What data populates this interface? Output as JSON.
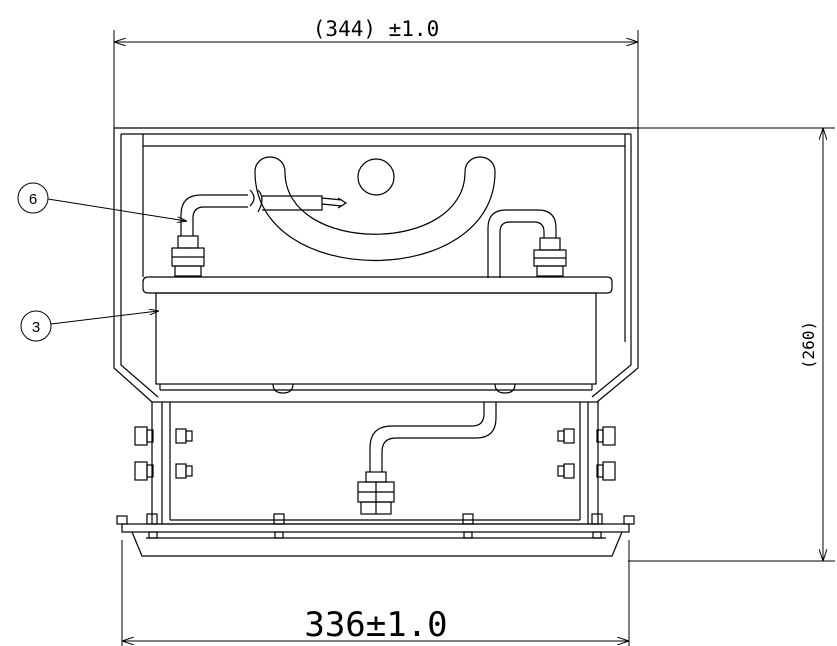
{
  "dimensions": {
    "top_width": "(344) ±1.0",
    "bottom_width": "336±1.0",
    "height": "(260)"
  },
  "callouts": [
    {
      "number": "6"
    },
    {
      "number": "3"
    }
  ],
  "colors": {
    "line": "#000000",
    "background": "#ffffff"
  }
}
